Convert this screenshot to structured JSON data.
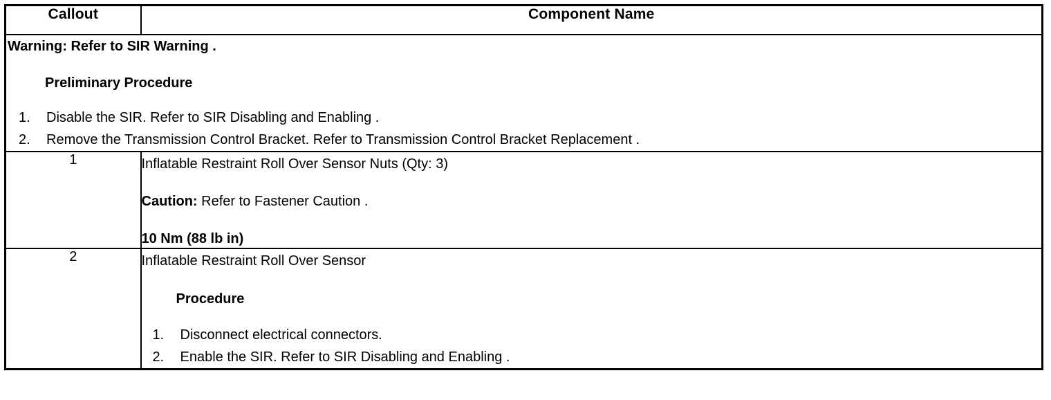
{
  "table": {
    "headers": {
      "callout": "Callout",
      "component_name": "Component Name"
    },
    "warning_row": {
      "warning_text": "Warning: Refer to SIR Warning .",
      "preliminary_heading": "Preliminary Procedure",
      "steps": [
        {
          "num": "1.",
          "text": "Disable the SIR. Refer to SIR Disabling and Enabling ."
        },
        {
          "num": "2.",
          "text": "Remove the Transmission Control Bracket. Refer to Transmission Control Bracket Replacement ."
        }
      ]
    },
    "rows": [
      {
        "callout": "1",
        "title": "Inflatable Restraint Roll Over Sensor Nuts (Qty: 3)",
        "caution_label": "Caution:",
        "caution_text": " Refer to Fastener Caution .",
        "torque": "10 Nm (88 lb in)"
      },
      {
        "callout": "2",
        "title": "Inflatable Restraint Roll Over Sensor",
        "procedure_heading": "Procedure",
        "steps": [
          {
            "num": "1.",
            "text": "Disconnect electrical connectors."
          },
          {
            "num": "2.",
            "text": "Enable the SIR. Refer to SIR Disabling and Enabling ."
          }
        ]
      }
    ]
  }
}
